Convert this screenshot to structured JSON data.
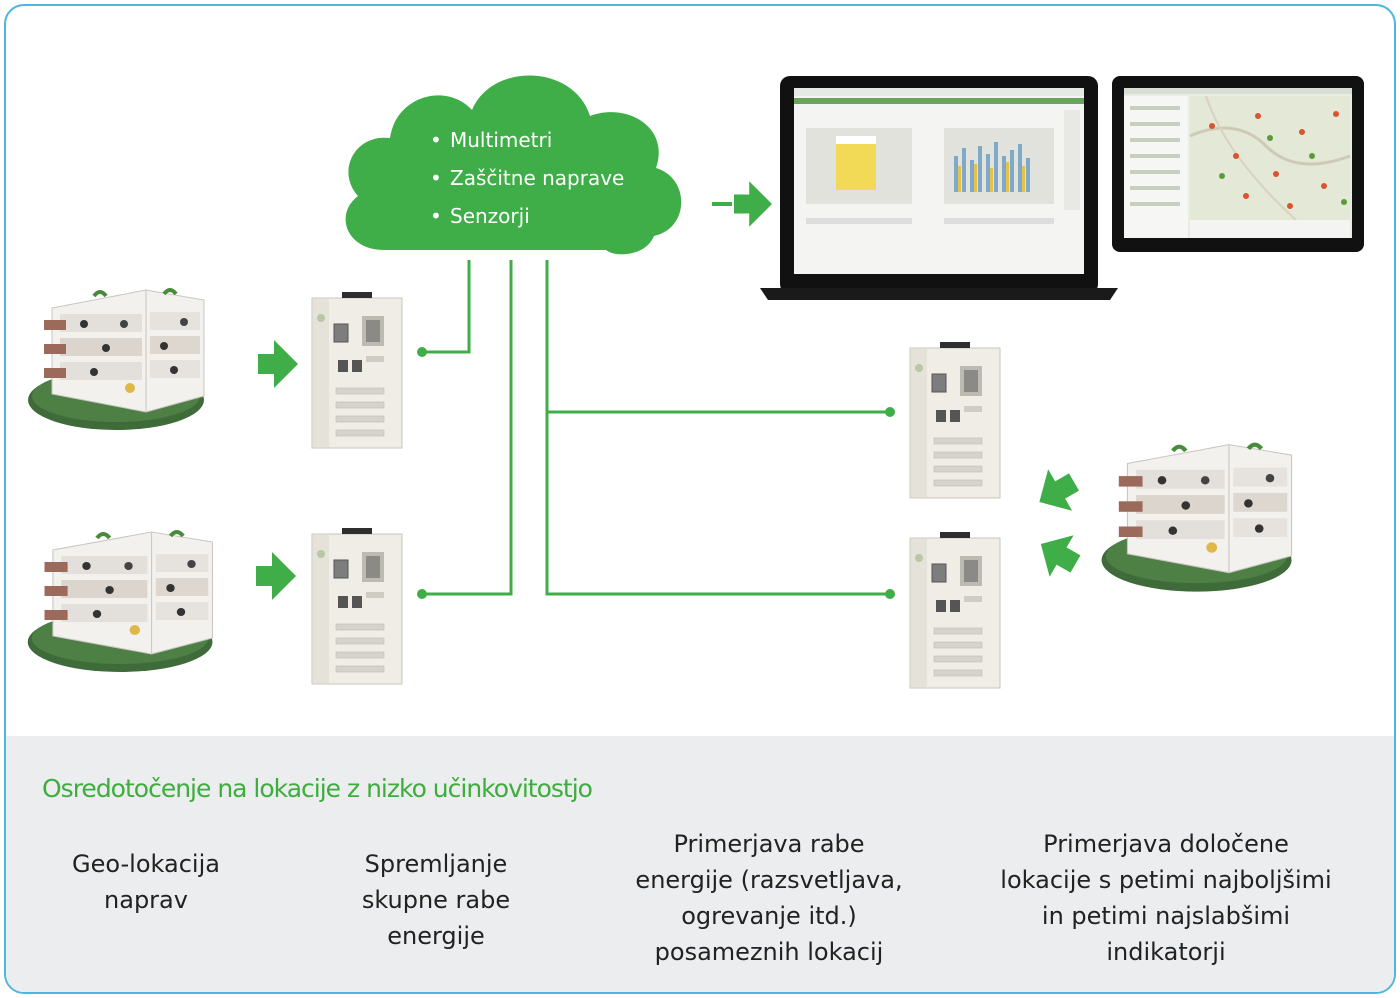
{
  "cloud": {
    "items": [
      "Multimetri",
      "Zaščitne naprave",
      "Senzorji"
    ]
  },
  "colors": {
    "green": "#3fae49",
    "border": "#4cb7dd",
    "panel_bg": "#ecedee",
    "title_green": "#3dae3d"
  },
  "bottom": {
    "title": "Osredotočenje na lokacije z nizko učinkovitostjo",
    "features": [
      "Geo-lokacija\nnaprav",
      "Spremljanje\nskupne rabe\nenergije",
      "Primerjava rabe\nenergije (razsvetljava,\nogrevanje itd.)\nposameznih lokacij",
      "Primerjava določene\nlokacije s petimi najboljšimi\nin petimi najslabšimi\nindikatorji"
    ]
  }
}
